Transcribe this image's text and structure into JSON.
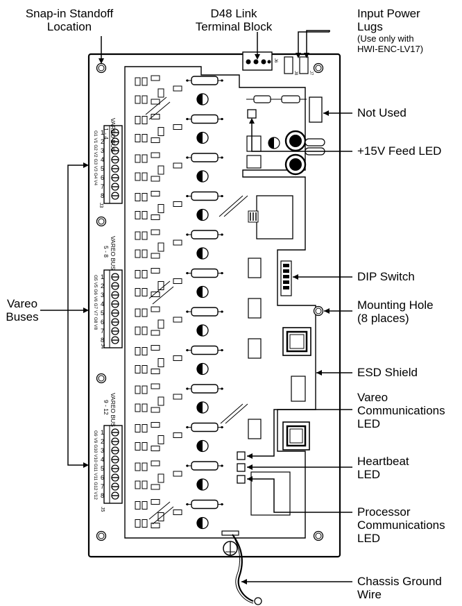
{
  "labels": {
    "standoff": [
      "Snap-in Standoff",
      "Location"
    ],
    "terminal_block": [
      "D48 Link",
      "Terminal Block"
    ],
    "input_power": [
      "Input Power",
      "Lugs"
    ],
    "input_power_note": [
      "(Use only with",
      "HWI-ENC-LV17)"
    ],
    "not_used": "Not Used",
    "feed_led": "+15V Feed LED",
    "dip_switch": "DIP Switch",
    "mounting_hole": [
      "Mounting Hole",
      "(8 places)"
    ],
    "esd_shield": "ESD Shield",
    "vareo_comm": [
      "Vareo",
      "Communications",
      "LED"
    ],
    "heartbeat": [
      "Heartbeat",
      "LED"
    ],
    "processor_comm": [
      "Processor",
      "Communications",
      "LED"
    ],
    "chassis_ground": [
      "Chassis Ground",
      "Wire"
    ],
    "vareo_buses": [
      "Vareo",
      "Buses"
    ]
  },
  "board_text": {
    "bus_1": [
      "VAREO BUS",
      "1 - 4"
    ],
    "bus_2": [
      "VAREO BUS",
      "5 - 8"
    ],
    "bus_3": [
      "VAREO BUS",
      "9 - 12"
    ],
    "pin_numbers": [
      "1",
      "2",
      "3",
      "4",
      "5",
      "6",
      "7",
      "8"
    ],
    "pins_1": "G1 V1 G2 V2 G3 V3 G4 V4",
    "pins_2": "G5 V5 G6 V6 G7 V7 G8 V8",
    "pins_3": "G9 V9 G10 V10 G11 V11 G12 V12",
    "connectors": [
      "J3",
      "J4",
      "J5"
    ],
    "top_connectors": [
      "J6",
      "J7",
      "J8"
    ]
  }
}
